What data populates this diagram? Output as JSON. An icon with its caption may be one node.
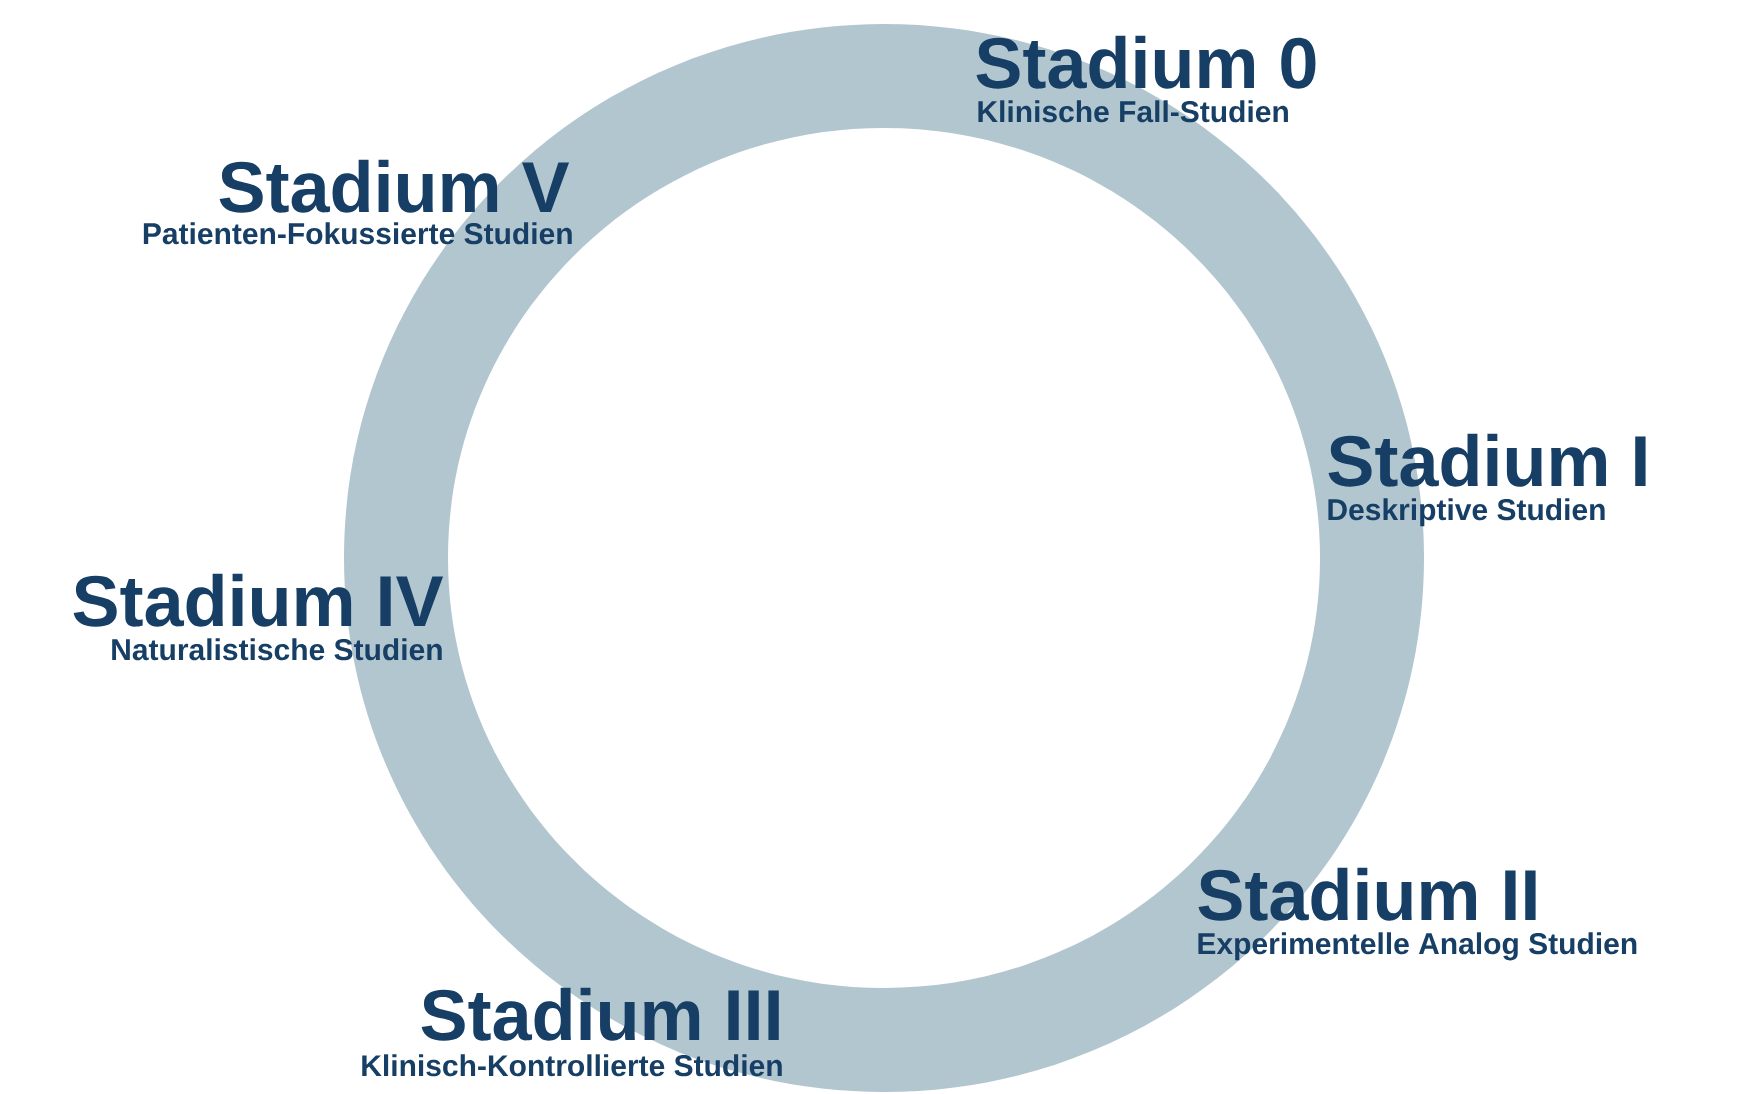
{
  "diagram": {
    "labels": [
      "Stadium 0",
      "Klinische Fall-Studien",
      "Stadium V",
      "Patienten-Fokussierte Studien",
      "Stadium I",
      "Deskriptive Studien",
      "Stadium IV",
      "Naturalistische Studien",
      "Stadium II",
      "Experimentelle Analog Studien",
      "Stadium III",
      "Klinisch-Kontrollierte Studien"
    ]
  }
}
